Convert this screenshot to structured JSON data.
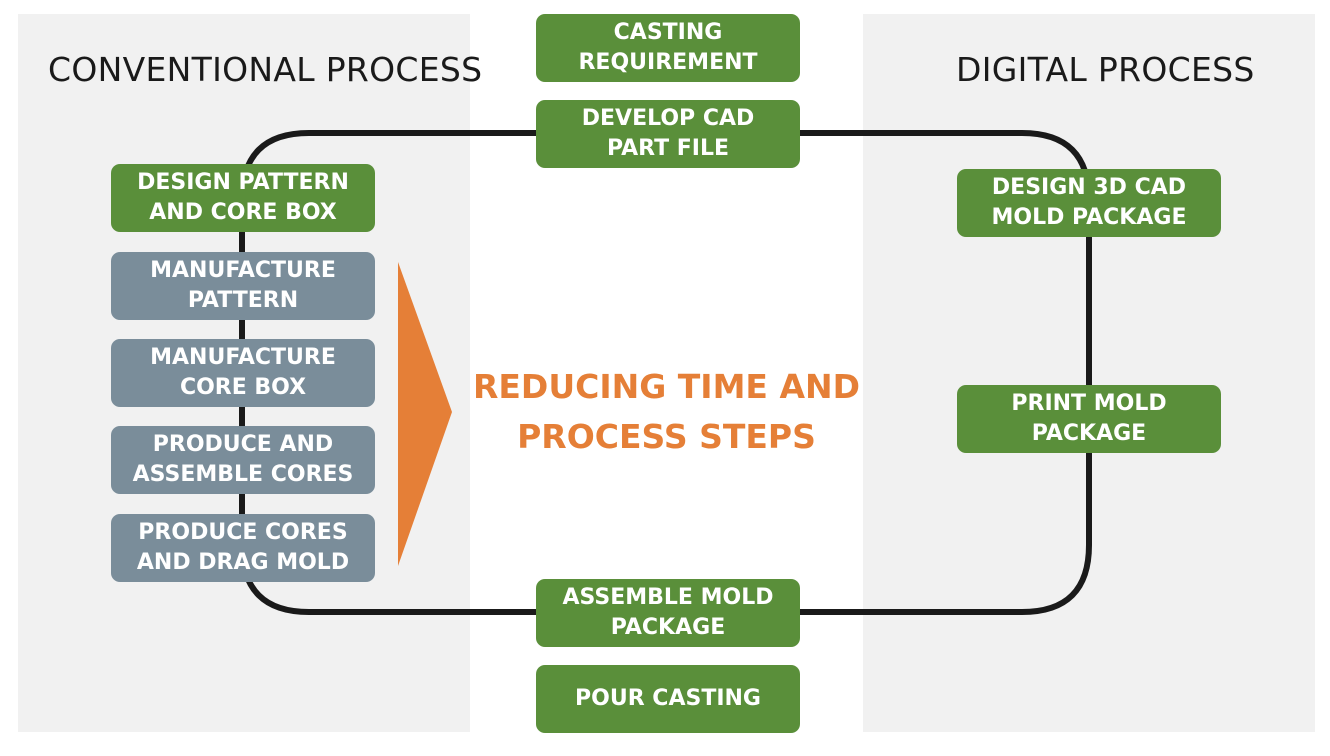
{
  "headings": {
    "conventional": "CONVENTIONAL PROCESS",
    "digital": "DIGITAL PROCESS"
  },
  "center_message": "REDUCING TIME AND\nPROCESS STEPS",
  "shared_steps": {
    "casting_requirement": "CASTING\nREQUIREMENT",
    "develop_cad": "DEVELOP CAD\nPART FILE",
    "assemble_mold": "ASSEMBLE MOLD\nPACKAGE",
    "pour_casting": "POUR CASTING"
  },
  "conventional_steps": [
    "DESIGN PATTERN\nAND CORE BOX",
    "MANUFACTURE\nPATTERN",
    "MANUFACTURE\nCORE BOX",
    "PRODUCE AND\nASSEMBLE CORES",
    "PRODUCE CORES\nAND DRAG MOLD"
  ],
  "digital_steps": [
    "DESIGN 3D CAD\nMOLD PACKAGE",
    "PRINT MOLD\nPACKAGE"
  ],
  "colors": {
    "green": "#5a8f3a",
    "gray": "#7a8d9a",
    "orange": "#e57f37",
    "panel": "#f1f1f1",
    "loop_line": "#1a1a1a"
  }
}
